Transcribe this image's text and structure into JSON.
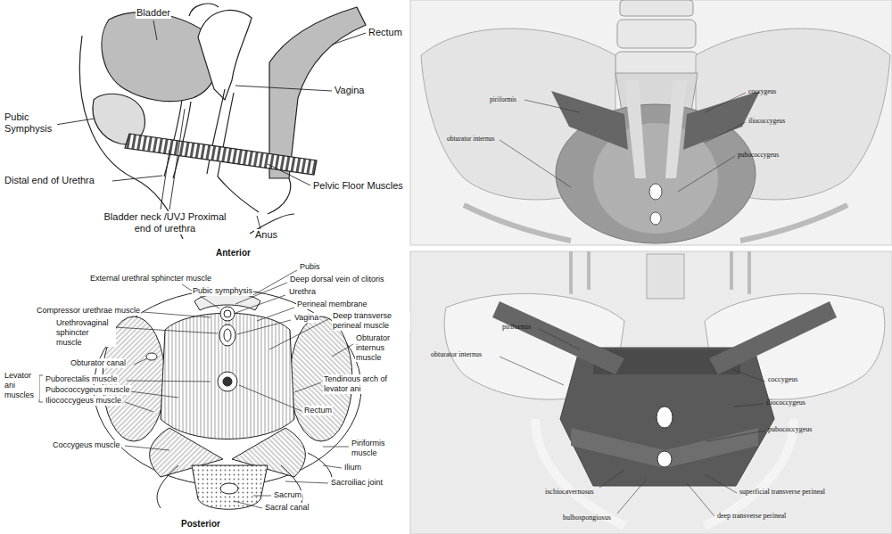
{
  "diagram": {
    "labels": [
      "Bladder",
      "Rectum",
      "Pubic Symphysis",
      "Vagina",
      "Distal end of Urethra",
      "Pelvic Floor Muscles",
      "Bladder neck /UVJ Proximal end of urethra",
      "Anus",
      "Anterior",
      "piriformis",
      "coccygeus",
      "iliococcygeus",
      "obturator internus",
      "pubococcygeus",
      "Pubis",
      "External urethral sphincter muscle",
      "Pubic symphysis",
      "Deep dorsal vein of clitoris",
      "Urethra",
      "Compressor urethrae muscle",
      "Perineal membrane",
      "Vagina",
      "Urethrovaginal sphincter muscle",
      "Deep transverse perineal muscle",
      "Obturator internus muscle",
      "Obturator canal",
      "Levator ani muscles",
      "Puborectalis muscle",
      "Pubococcygeus muscle",
      "Iliococcygeus muscle",
      "Tendinous arch of levator ani",
      "Rectum",
      "Coccygeus muscle",
      "Piriformis muscle",
      "Ilium",
      "Sacroiliac joint",
      "Sacrum",
      "Sacral canal",
      "Posterior",
      "piriformis",
      "obturator internus",
      "coccygeus",
      "iliococcygeus",
      "pubococcygeus",
      "ischiocavernosus",
      "superficial transverse perineal",
      "bulbospongiosus",
      "deep transverse perineal"
    ]
  }
}
